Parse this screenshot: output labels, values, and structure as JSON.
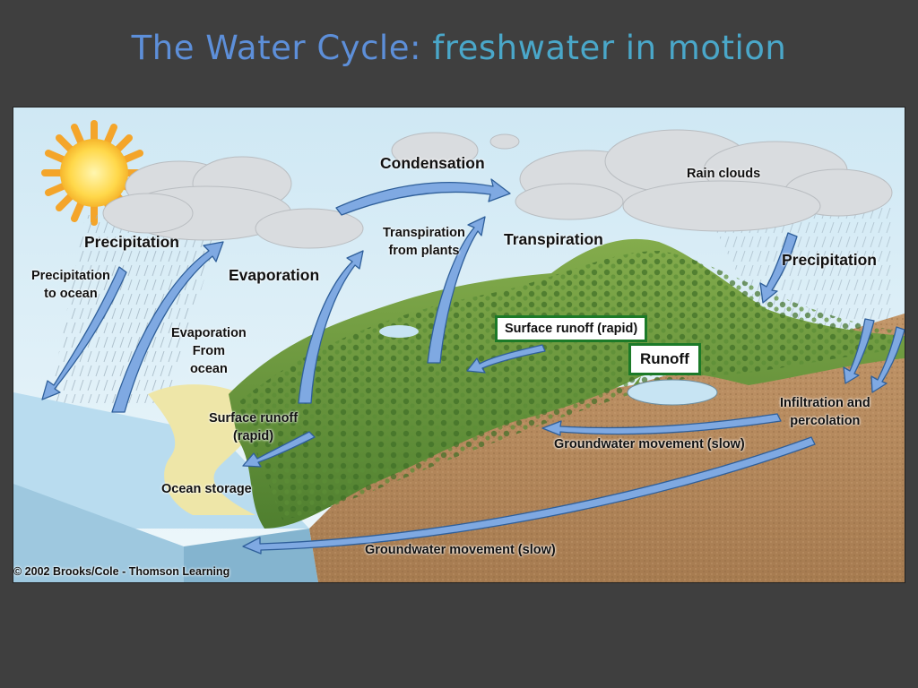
{
  "title": {
    "main": "The Water Cycle:",
    "sub": "freshwater in motion"
  },
  "diagram": {
    "labels": {
      "condensation": "Condensation",
      "rain_clouds": "Rain clouds",
      "precipitation_left": "Precipitation",
      "precipitation_to_ocean": "Precipitation\nto ocean",
      "evaporation": "Evaporation",
      "transpiration_from_plants": "Transpiration\nfrom plants",
      "transpiration": "Transpiration",
      "precipitation_right": "Precipitation",
      "evaporation_from_ocean": "Evaporation\nFrom\nocean",
      "surface_runoff_boxed": "Surface runoff (rapid)",
      "runoff_boxed": "Runoff",
      "surface_runoff_lower": "Surface runoff\n(rapid)",
      "infiltration": "Infiltration and\npercolation",
      "groundwater_upper": "Groundwater movement (slow)",
      "groundwater_lower": "Groundwater movement (slow)",
      "ocean_storage": "Ocean storage",
      "copyright": "© 2002 Brooks/Cole - Thomson Learning"
    },
    "colors": {
      "title_main": "#5d8fd9",
      "title_sub": "#4aa7c9",
      "slide_background": "#3f3f3f",
      "arrow_fill": "#7fa9e2",
      "box_border": "#1c7a28",
      "ocean": "#b9dcef",
      "land_green": "#6f9c3f",
      "soil": "#b48a5e"
    }
  }
}
